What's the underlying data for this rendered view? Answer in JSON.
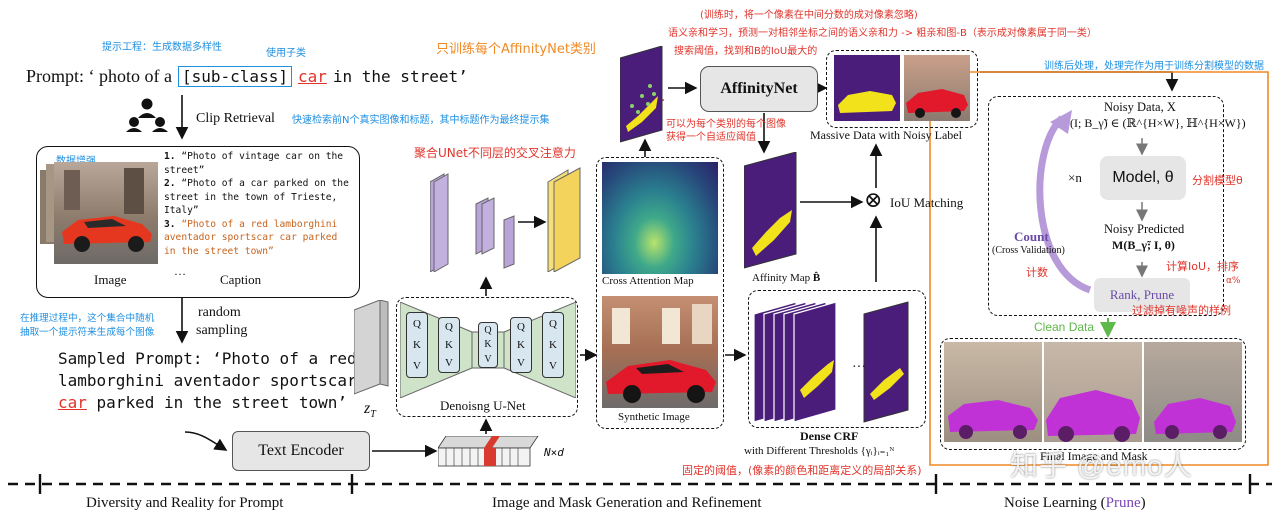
{
  "colors": {
    "red_annotation": "#e0342b",
    "blue_annotation": "#1f8fe0",
    "orange_annotation": "#f08a24",
    "purple_map": "#4b1d7a",
    "yellow_mask": "#f2e21b",
    "frame_orange": "#f08a24",
    "unet_green": "#cfe3c9",
    "prune_purple": "#7a47b8"
  },
  "prompt": {
    "prefix": "Prompt: ‘ photo of a",
    "subclass": "[sub-class]",
    "car": "car",
    "suffix": "in the street’"
  },
  "annotations": {
    "prompt_engineering": "提示工程：生成数据多样性",
    "use_subclass": "使用子类",
    "clip_desc": "快速检索前N个真实图像和标题，其中标题作为最终提示集",
    "data_aug": "数据增强",
    "sampling_desc_1": "在推理过程中，这个集合中随机",
    "sampling_desc_2": "抽取一个提示符来生成每个图像",
    "cross_attn": "聚合UNet不同层的交叉注意力",
    "train_each": "只训练每个AffinityNet类别",
    "train_desc_1": "(训练时，将一个像素在中间分数的成对像素忽略)",
    "train_desc_2": "语义亲和学习，预测一对相邻坐标之间的语义亲和力 -> 粗亲和图-B（表示成对像素属于同一类）",
    "train_desc_3": "搜索阈值，找到和B的IoU最大的",
    "adaptive_1": "可以为每个类别的每个图像",
    "adaptive_2": "获得一个自适应阈值",
    "post_process": "训练后处理，处理完作为用于训练分割模型的数据",
    "seg_model": "分割模型θ",
    "calc_iou": "计算IoU，排序",
    "alpha": "α%",
    "count_cn": "计数",
    "filter": "过滤掉有噪声的样例",
    "fixed_threshold": "固定的阈值，(像素的颜色和距离定义的局部关系)"
  },
  "clip": {
    "label": "Clip Retrieval"
  },
  "captions": [
    {
      "num": "1.",
      "text": "“Photo of vintage car on the street”"
    },
    {
      "num": "2.",
      "text": "“Photo of a  car parked on the street in the town of Trieste, Italy”"
    },
    {
      "num": "3.",
      "text": "“Photo of a red lamborghini aventador sportscar car parked in the street town”"
    }
  ],
  "captions_ellipsis": "…",
  "captions_labels": {
    "image": "Image",
    "caption": "Caption"
  },
  "sampling": {
    "line1": "random",
    "line2": "sampling"
  },
  "sampled_prompt": {
    "line1": "Sampled Prompt:   ‘Photo of a red",
    "line2": "lamborghini aventador sportscar",
    "car": "car",
    "line3_rest": " parked in the street town’"
  },
  "text_encoder": {
    "label": "Text Encoder"
  },
  "embedding": {
    "label": "N×d"
  },
  "latent": {
    "label": "z",
    "sub": "T"
  },
  "unet": {
    "label": "Denoisng U-Net",
    "qkv": [
      "Q",
      "K",
      "V"
    ]
  },
  "cross_attention": {
    "label": "Cross Attention Map"
  },
  "synthetic": {
    "label": "Synthetic Image"
  },
  "affinitynet": {
    "label": "AffinityNet"
  },
  "massive": {
    "label": "Massive Data with Noisy Label"
  },
  "affinity_map": {
    "label": "Affinity Map",
    "symbol": "B̂"
  },
  "iou": {
    "label": "IoU Matching",
    "symbol": "⊗"
  },
  "dense_crf": {
    "title": "Dense CRF",
    "subtitle": "with Different Thresholds",
    "formula": "{γᵢ}ᵢ₌₁ᴺ",
    "ellipsis": "…"
  },
  "noise": {
    "noisy_data": "Noisy Data, X",
    "noisy_formula": "(I; B_γ̃) ∈ (ℝ^{H×W}, ℍ^{H×W})",
    "times_n": "×n",
    "model": "Model, θ",
    "noisy_pred": "Noisy Predicted",
    "pred_formula": "M(B_γ̃; I, θ)",
    "count": "Count",
    "cv": "(Cross Validation)",
    "rank": "Rank, Prune",
    "clean": "Clean Data",
    "final": "Final Image and Mask"
  },
  "sections": {
    "s1": "Diversity and Reality for Prompt",
    "s2": "Image and Mask Generation and Refinement",
    "s3_prefix": "Noise Learning (",
    "s3_prune": "Prune",
    "s3_suffix": ")"
  },
  "watermark": "知乎 @emo人"
}
